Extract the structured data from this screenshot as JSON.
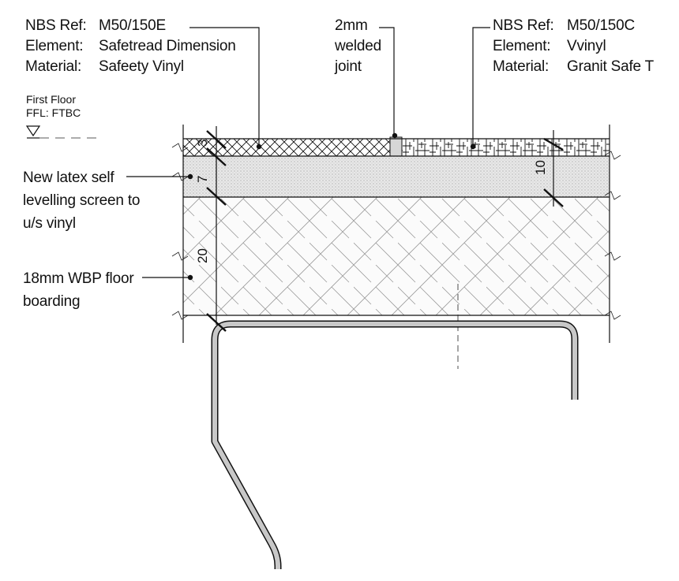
{
  "labels": {
    "left_ref": {
      "k1": "NBS Ref:",
      "v1": "M50/150E",
      "k2": "Element:",
      "v2": "Safetread Dimension",
      "k3": "Material:",
      "v3": "Safeety Vinyl"
    },
    "right_ref": {
      "k1": "NBS Ref:",
      "v1": "M50/150C",
      "k2": "Element:",
      "v2": "Vvinyl",
      "k3": "Material:",
      "v3": "Granit Safe T"
    },
    "joint": [
      "2mm",
      "welded",
      "joint"
    ],
    "level": {
      "line1": "First Floor",
      "line2": "FFL: FTBC"
    },
    "screed": [
      "New latex self",
      "levelling screen to",
      "u/s vinyl"
    ],
    "boarding": [
      "18mm WBP floor",
      "boarding"
    ]
  },
  "dimensions": {
    "top_layer": "3",
    "screed_layer": "7",
    "board_layer": "20",
    "right_total": "10"
  },
  "colors": {
    "line": "#111111",
    "screed_fill": "#e6e6e6",
    "nosing_fill": "#c8c8c8",
    "board_hatch": "#9a9a9a"
  }
}
